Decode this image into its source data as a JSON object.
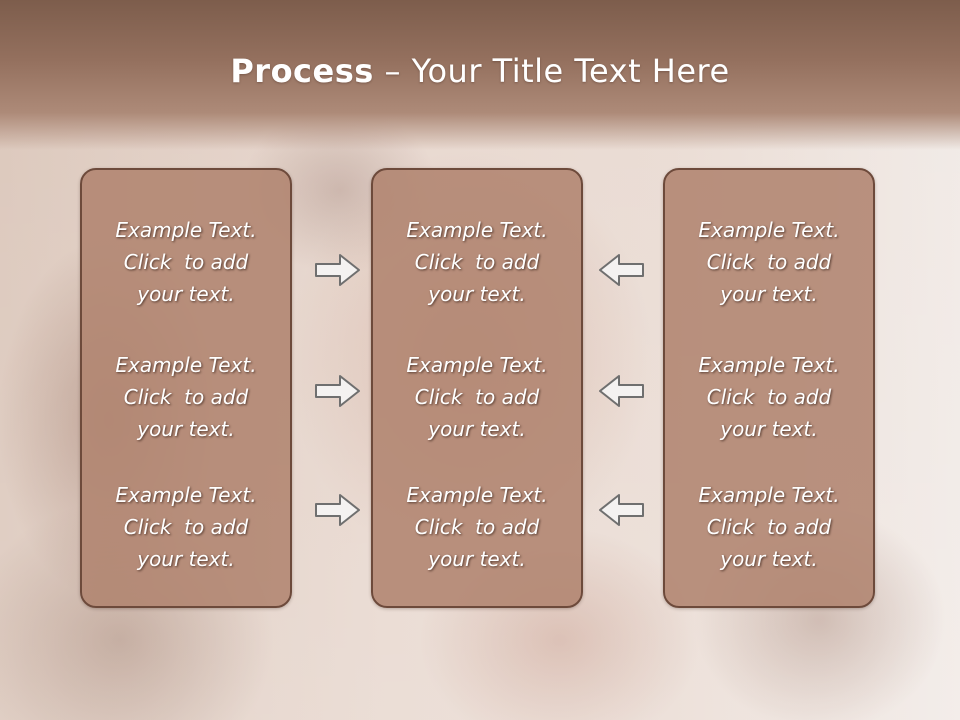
{
  "slide": {
    "title_strong": "Process",
    "title_rest": " – Your Title Text Here",
    "columns": [
      {
        "items": [
          {
            "line1": "Example Text.",
            "line2": "Click  to add",
            "line3": "your text."
          },
          {
            "line1": "Example Text.",
            "line2": "Click  to add",
            "line3": "your text."
          },
          {
            "line1": "Example Text.",
            "line2": "Click  to add",
            "line3": "your text."
          }
        ]
      },
      {
        "items": [
          {
            "line1": "Example Text.",
            "line2": "Click  to add",
            "line3": "your text."
          },
          {
            "line1": "Example Text.",
            "line2": "Click  to add",
            "line3": "your text."
          },
          {
            "line1": "Example Text.",
            "line2": "Click  to add",
            "line3": "your text."
          }
        ]
      },
      {
        "items": [
          {
            "line1": "Example Text.",
            "line2": "Click  to add",
            "line3": "your text."
          },
          {
            "line1": "Example Text.",
            "line2": "Click  to add",
            "line3": "your text."
          },
          {
            "line1": "Example Text.",
            "line2": "Click  to add",
            "line3": "your text."
          }
        ]
      }
    ],
    "arrows": {
      "left_group": [
        "arrow-right-icon",
        "arrow-right-icon",
        "arrow-right-icon"
      ],
      "right_group": [
        "arrow-left-icon",
        "arrow-left-icon",
        "arrow-left-icon"
      ]
    },
    "colors": {
      "header": "#94705e",
      "box_fill": "#b08470",
      "box_border": "#6d4a3b",
      "text": "#ffffff",
      "arrow_stroke": "#6f6f6f"
    }
  }
}
